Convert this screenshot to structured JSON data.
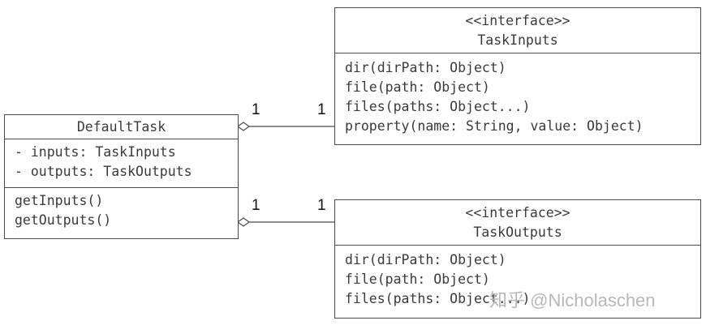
{
  "classes": {
    "default_task": {
      "name": "DefaultTask",
      "attributes": [
        "- inputs: TaskInputs",
        "- outputs: TaskOutputs"
      ],
      "methods": [
        "getInputs()",
        "getOutputs()"
      ]
    },
    "task_inputs": {
      "stereotype": "<<interface>>",
      "name": "TaskInputs",
      "methods": [
        "dir(dirPath: Object)",
        "file(path: Object)",
        "files(paths: Object...)",
        "property(name: String, value: Object)"
      ]
    },
    "task_outputs": {
      "stereotype": "<<interface>>",
      "name": "TaskOutputs",
      "methods": [
        "dir(dirPath: Object)",
        "file(path: Object)",
        "files(paths: Object...)"
      ]
    }
  },
  "associations": {
    "inputs": {
      "source_multiplicity": "1",
      "target_multiplicity": "1"
    },
    "outputs": {
      "source_multiplicity": "1",
      "target_multiplicity": "1"
    }
  },
  "watermark": "知乎 @Nicholaschen"
}
